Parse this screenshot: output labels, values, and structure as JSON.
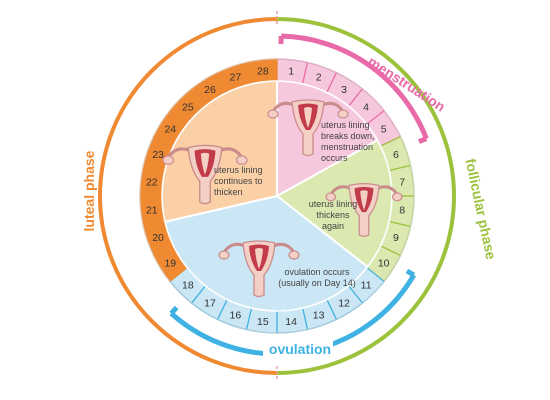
{
  "colors": {
    "luteal": "#f08a32",
    "luteal_fill": "#fbd0a6",
    "menstruation": "#e86aa8",
    "menstruation_fill": "#f6c8dd",
    "follicular": "#9cc23c",
    "follicular_fill": "#dbe8b0",
    "ovulation": "#3fb2e3",
    "ovulation_fill": "#cbe6f4",
    "uterus_stroke": "#c98b8b",
    "uterus_body": "#f4cfc5",
    "uterus_lining": "#c23b4a"
  },
  "phases": {
    "luteal_label": "luteal phase",
    "follicular_label": "follicular phase",
    "menstruation_label": "menstruation",
    "ovulation_label": "ovulation"
  },
  "sectors": [
    {
      "id": "luteal",
      "text_lines": [
        "uterus lining",
        "continues to",
        "thicken"
      ]
    },
    {
      "id": "menstruation",
      "text_lines": [
        "uterus lining",
        "breaks down,",
        "menstruation",
        "occurs"
      ]
    },
    {
      "id": "follicular",
      "text_lines": [
        "uterus lining",
        "thickens",
        "again"
      ]
    },
    {
      "id": "ovulation",
      "text_lines": [
        "ovulation occurs",
        "(usually on Day 14)"
      ]
    }
  ],
  "days": [
    {
      "day": 1,
      "group": "menstruation"
    },
    {
      "day": 2,
      "group": "menstruation"
    },
    {
      "day": 3,
      "group": "menstruation"
    },
    {
      "day": 4,
      "group": "menstruation"
    },
    {
      "day": 5,
      "group": "menstruation"
    },
    {
      "day": 6,
      "group": "follicular"
    },
    {
      "day": 7,
      "group": "follicular"
    },
    {
      "day": 8,
      "group": "follicular"
    },
    {
      "day": 9,
      "group": "follicular"
    },
    {
      "day": 10,
      "group": "follicular"
    },
    {
      "day": 11,
      "group": "ovulation"
    },
    {
      "day": 12,
      "group": "ovulation"
    },
    {
      "day": 13,
      "group": "ovulation"
    },
    {
      "day": 14,
      "group": "ovulation"
    },
    {
      "day": 15,
      "group": "ovulation"
    },
    {
      "day": 16,
      "group": "ovulation"
    },
    {
      "day": 17,
      "group": "ovulation"
    },
    {
      "day": 18,
      "group": "ovulation"
    },
    {
      "day": 19,
      "group": "luteal"
    },
    {
      "day": 20,
      "group": "luteal"
    },
    {
      "day": 21,
      "group": "luteal"
    },
    {
      "day": 22,
      "group": "luteal"
    },
    {
      "day": 23,
      "group": "luteal"
    },
    {
      "day": 24,
      "group": "luteal"
    },
    {
      "day": 25,
      "group": "luteal"
    },
    {
      "day": 26,
      "group": "luteal"
    },
    {
      "day": 27,
      "group": "luteal"
    },
    {
      "day": 28,
      "group": "luteal"
    }
  ]
}
